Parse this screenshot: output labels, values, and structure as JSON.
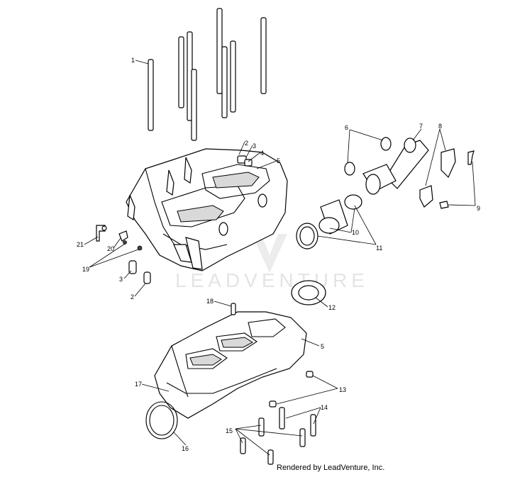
{
  "watermark": {
    "brand": "LEADVENTURE"
  },
  "footer": {
    "credit": "Rendered by LeadVenture, Inc."
  },
  "callouts": {
    "c1": "1",
    "c2a": "2",
    "c3a": "3",
    "c4": "4",
    "c5a": "5",
    "c6": "6",
    "c7": "7",
    "c8": "8",
    "c9": "9",
    "c10": "10",
    "c11": "11",
    "c12": "12",
    "c21": "21",
    "c20": "20",
    "c19": "19",
    "c3b": "3",
    "c2b": "2",
    "c18": "18",
    "c5b": "5",
    "c17": "17",
    "c13": "13",
    "c14": "14",
    "c15": "15",
    "c16": "16"
  }
}
